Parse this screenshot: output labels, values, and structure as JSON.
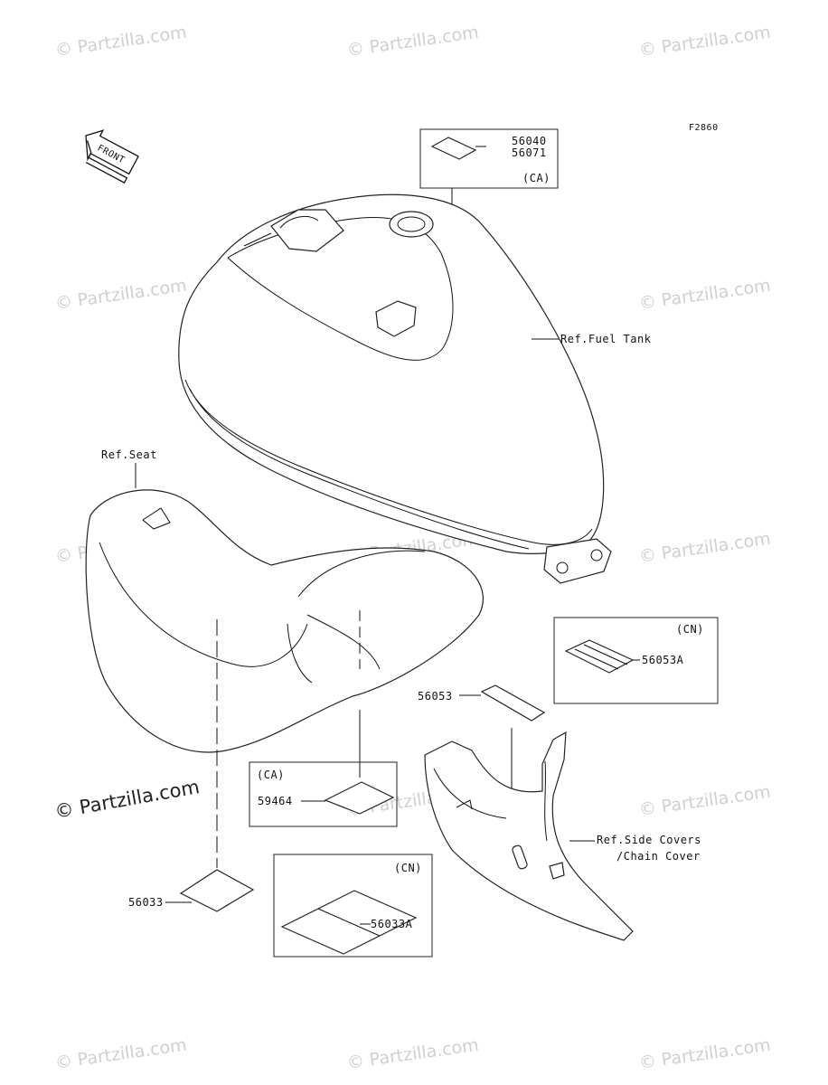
{
  "figure_code": "F2860",
  "front_label": "FRONT",
  "watermark": "© Partzilla.com",
  "watermark_main": "© Partzilla.com",
  "parts": {
    "p56040": "56040",
    "p56071": "56071",
    "ca_top": "(CA)",
    "ref_fuel_tank": "Ref.Fuel Tank",
    "ref_seat": "Ref.Seat",
    "cn_right": "(CN)",
    "p56053A": "56053A",
    "p56053": "56053",
    "ca_mid": "(CA)",
    "p59464": "59464",
    "ref_side_covers_1": "Ref.Side Covers",
    "ref_side_covers_2": "/Chain Cover",
    "p56033": "56033",
    "cn_bottom": "(CN)",
    "p56033A": "56033A"
  }
}
